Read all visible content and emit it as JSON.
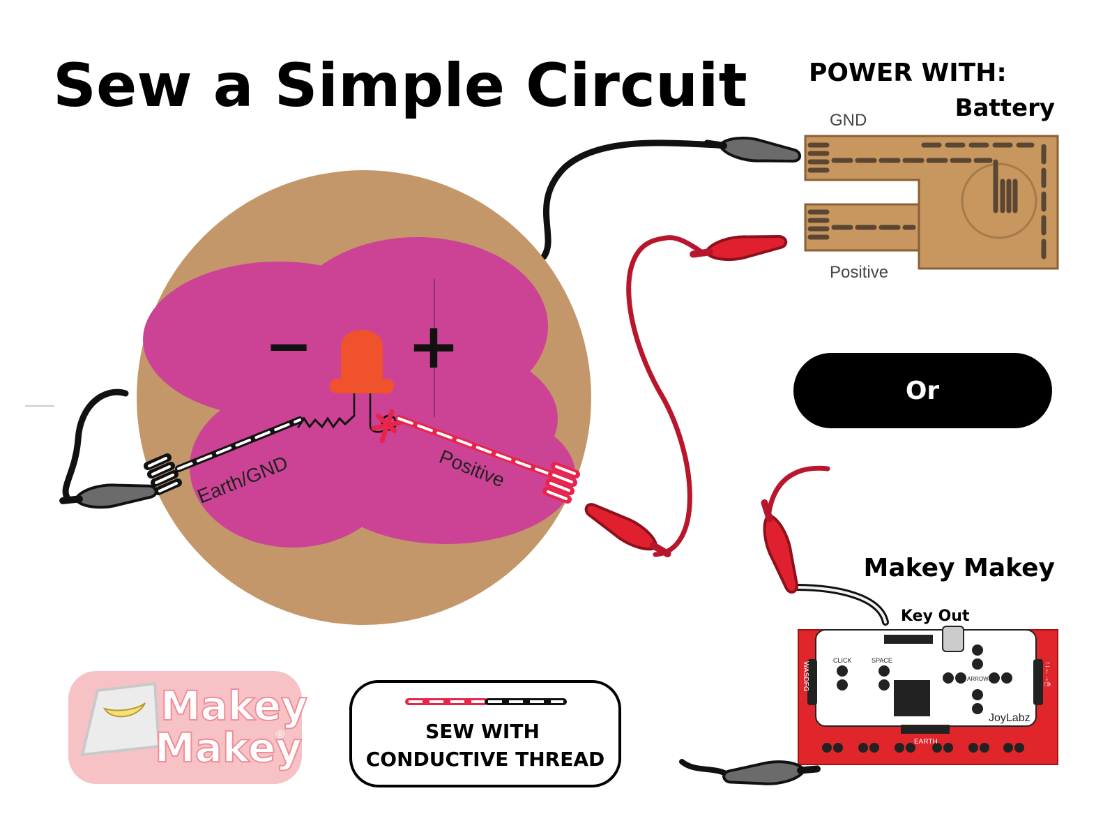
{
  "title": "Sew a Simple Circuit",
  "power_heading": "POWER WITH:",
  "battery": {
    "heading": "Battery",
    "gnd_label": "GND",
    "positive_label": "Positive"
  },
  "or_label": "Or",
  "makey": {
    "heading": "Makey Makey",
    "key_out_label": "Key Out",
    "board": {
      "wasdfg": "WASDFG",
      "click": "CLICK",
      "space": "SPACE",
      "arrows": "ARROWS",
      "brand": "JoyLabz",
      "earth": "EARTH",
      "right_keys": "↑↓←→🖱"
    }
  },
  "circuit": {
    "minus_sign": "−",
    "plus_sign": "+",
    "earth_label": "Earth/GND",
    "positive_label": "Positive"
  },
  "legend": {
    "line1": "SEW WITH",
    "line2": "CONDUCTIVE THREAD"
  },
  "logo": {
    "line1": "Makey",
    "line2": "Makey",
    "mark": "®"
  },
  "colors": {
    "fabric": "#C4976A",
    "felt": "#CC4396",
    "led": "#F0522B",
    "thread_red": "#E8244A",
    "clip_red": "#E0202E",
    "wire_red": "#B8162C",
    "clip_gray": "#6B6B6B",
    "cardboard": "#C8965F",
    "board_red": "#E0252B"
  }
}
